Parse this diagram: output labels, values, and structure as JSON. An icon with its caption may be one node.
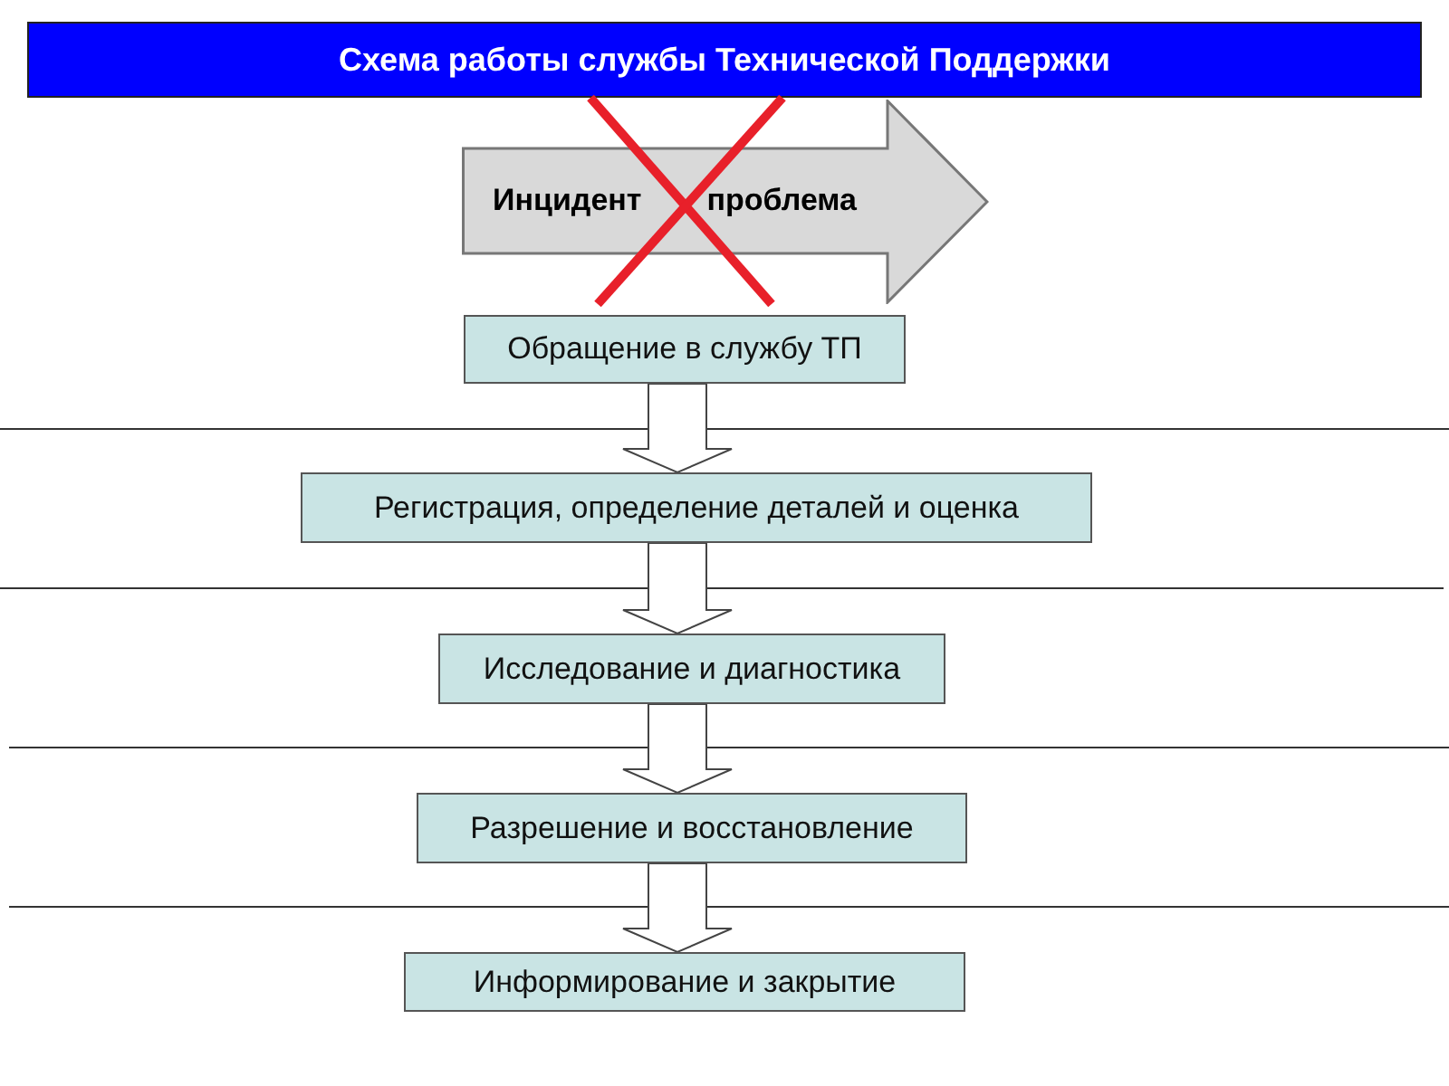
{
  "diagram": {
    "title": "Схема работы службы Технической Поддержки",
    "nodes": [
      {
        "text": [
          "Инцидент",
          "проблема"
        ]
      },
      {
        "text": [
          "Обращение в службу ТП"
        ]
      },
      {
        "text": [
          "Регистрация, определение деталей и оценка"
        ]
      },
      {
        "text": [
          "Исследование и диагностика"
        ]
      },
      {
        "text": [
          "Разрешение и восстановление"
        ]
      },
      {
        "text": [
          "Информирование и закрытие"
        ]
      }
    ],
    "edges": [
      {
        "from": 1,
        "to": 2,
        "arrow": "to"
      },
      {
        "from": 2,
        "to": 3,
        "arrow": "to"
      },
      {
        "from": 3,
        "to": 4,
        "arrow": "to"
      },
      {
        "from": 4,
        "to": 5,
        "arrow": "to"
      }
    ]
  }
}
